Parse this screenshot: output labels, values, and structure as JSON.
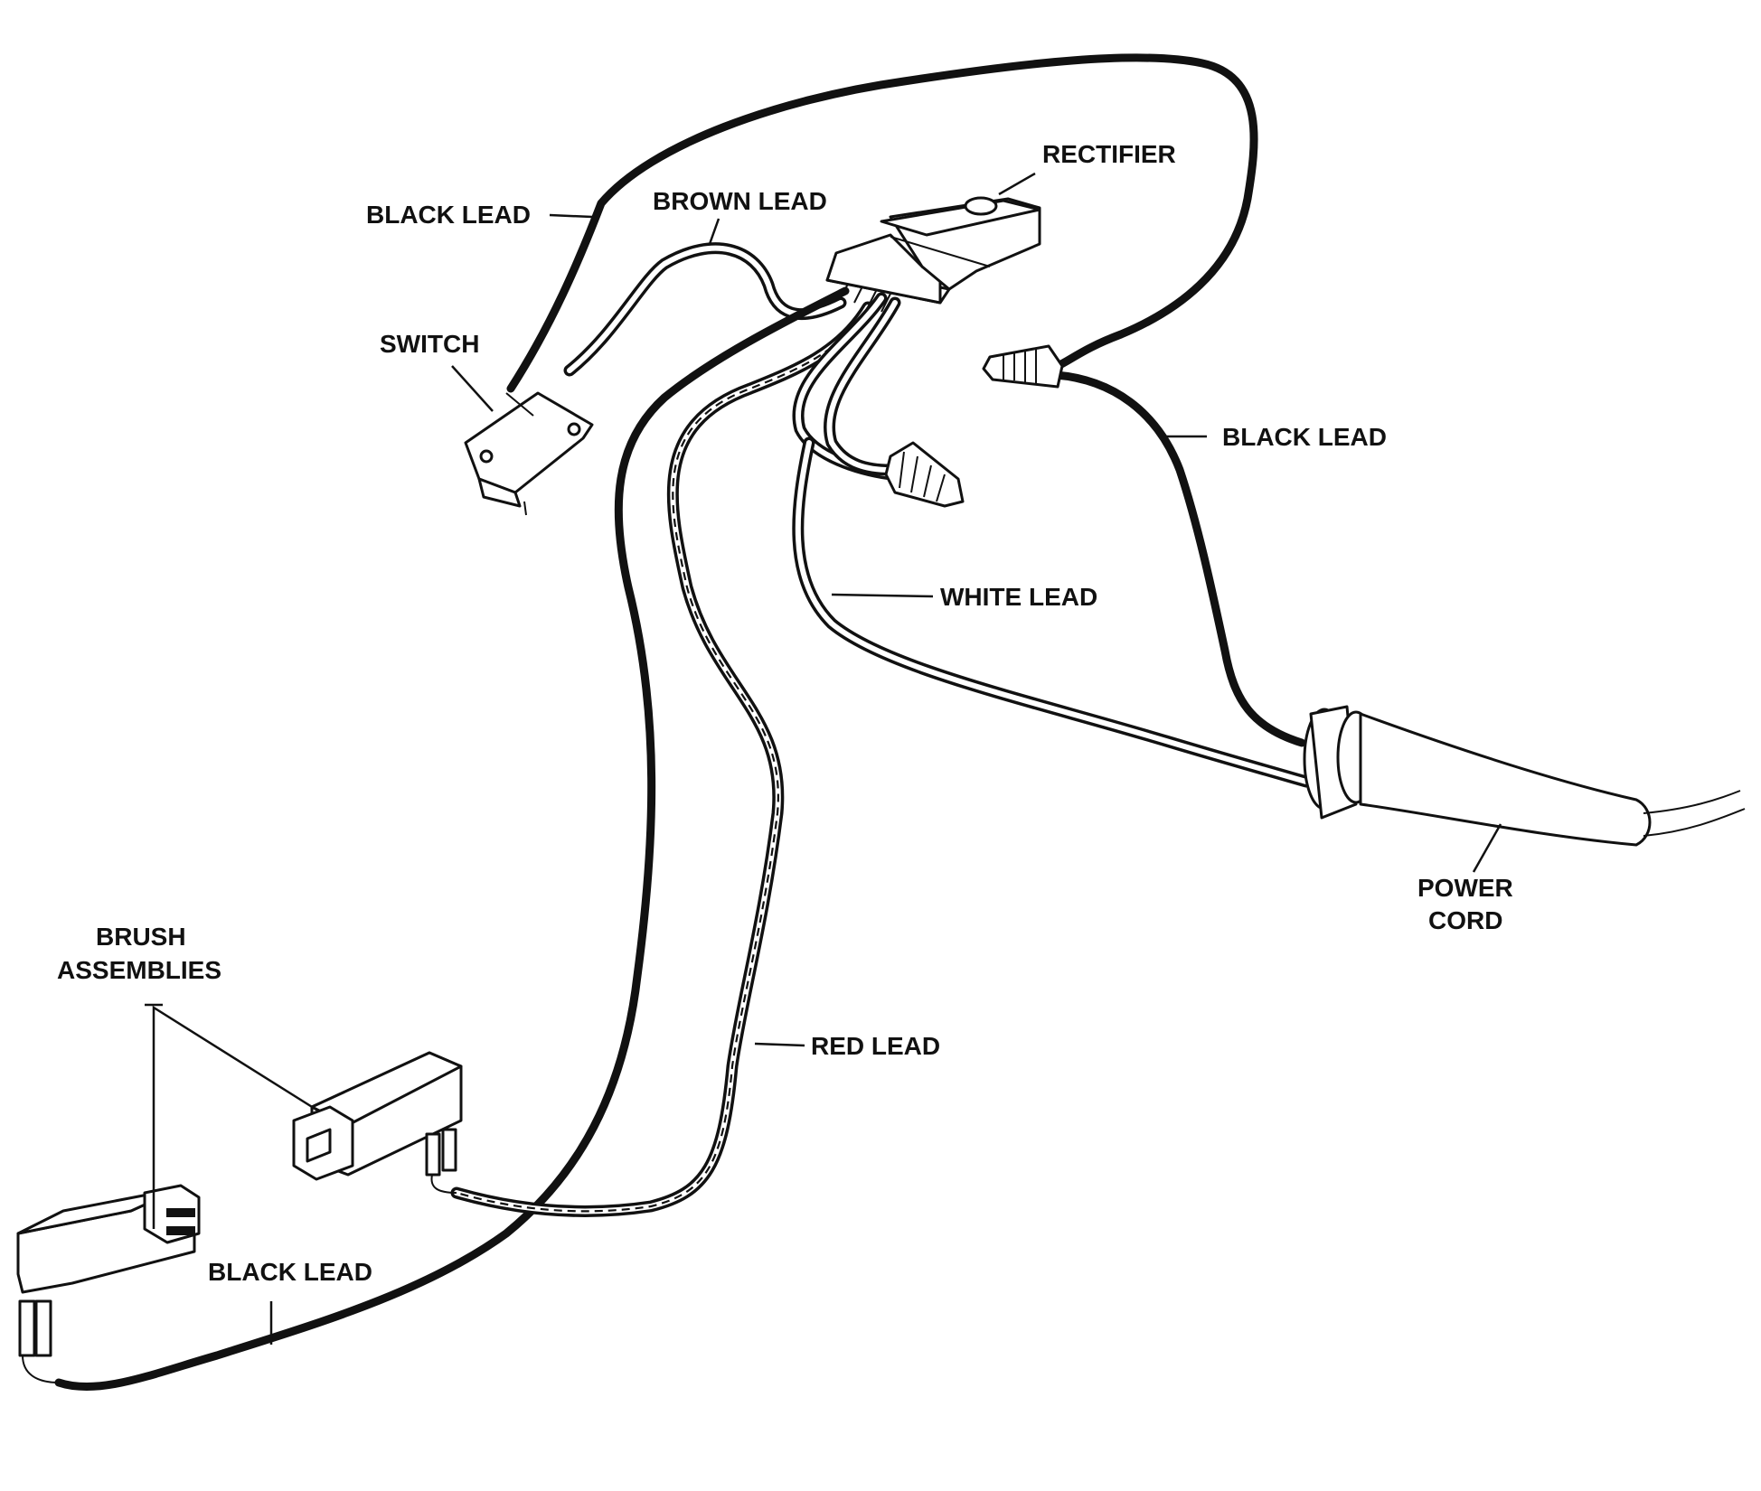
{
  "labels": {
    "rectifier": "RECTIFIER",
    "brown_lead": "BROWN LEAD",
    "black_lead_top": "BLACK LEAD",
    "switch": "SWITCH",
    "black_lead_right": "BLACK LEAD",
    "white_lead": "WHITE LEAD",
    "power_cord_line1": "POWER",
    "power_cord_line2": "CORD",
    "brush_assemblies_line1": "BRUSH",
    "brush_assemblies_line2": "ASSEMBLIES",
    "red_lead": "RED LEAD",
    "black_lead_bottom": "BLACK LEAD"
  },
  "colors": {
    "ink": "#111111",
    "paper": "#ffffff"
  }
}
